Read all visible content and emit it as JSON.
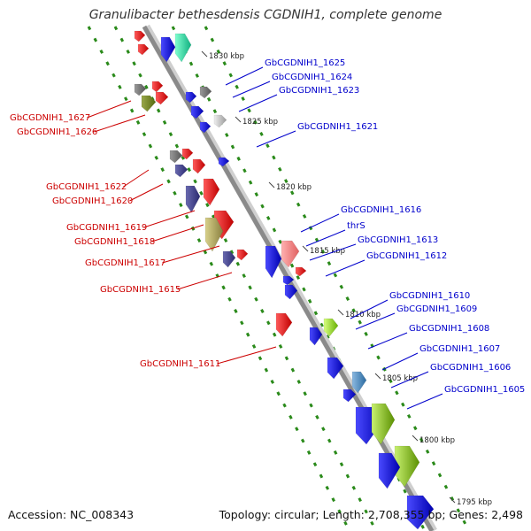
{
  "title": "Granulibacter bethesdensis CGDNIH1, complete genome",
  "footer": {
    "accession": "Accession: NC_008343",
    "topology": "Topology: circular; Length: 2,708,355 bp; Genes: 2,498"
  },
  "colors": {
    "backbone": "#8a8a8a",
    "dotted_track": "#2a8a1a",
    "label_left": "#cc0000",
    "label_right": "#0000cc",
    "scale_text": "#222222"
  },
  "scale_marks": [
    {
      "kbp": 1830,
      "label": "1830 kbp"
    },
    {
      "kbp": 1825,
      "label": "1825 kbp"
    },
    {
      "kbp": 1820,
      "label": "1820 kbp"
    },
    {
      "kbp": 1815,
      "label": "1815 kbp"
    },
    {
      "kbp": 1810,
      "label": "1810 kbp"
    },
    {
      "kbp": 1805,
      "label": "1805 kbp"
    },
    {
      "kbp": 1800,
      "label": "1800 kbp"
    },
    {
      "kbp": 1795,
      "label": "1795 kbp"
    }
  ],
  "genes_left": [
    {
      "label": "GbCGDNIH1_1627"
    },
    {
      "label": "GbCGDNIH1_1626"
    },
    {
      "label": "GbCGDNIH1_1622"
    },
    {
      "label": "GbCGDNIH1_1620"
    },
    {
      "label": "GbCGDNIH1_1619"
    },
    {
      "label": "GbCGDNIH1_1618"
    },
    {
      "label": "GbCGDNIH1_1617"
    },
    {
      "label": "GbCGDNIH1_1615"
    },
    {
      "label": "GbCGDNIH1_1611"
    }
  ],
  "genes_right": [
    {
      "label": "GbCGDNIH1_1625"
    },
    {
      "label": "GbCGDNIH1_1624"
    },
    {
      "label": "GbCGDNIH1_1623"
    },
    {
      "label": "GbCGDNIH1_1621"
    },
    {
      "label": "GbCGDNIH1_1616"
    },
    {
      "label": "thrS"
    },
    {
      "label": "GbCGDNIH1_1613"
    },
    {
      "label": "GbCGDNIH1_1612"
    },
    {
      "label": "GbCGDNIH1_1610"
    },
    {
      "label": "GbCGDNIH1_1609"
    },
    {
      "label": "GbCGDNIH1_1608"
    },
    {
      "label": "GbCGDNIH1_1607"
    },
    {
      "label": "GbCGDNIH1_1606"
    },
    {
      "label": "GbCGDNIH1_1605"
    }
  ]
}
